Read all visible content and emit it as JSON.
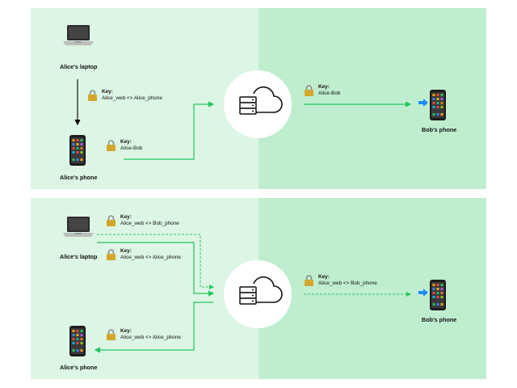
{
  "colors": {
    "arrow_green": "#22c55e",
    "left_bg": "#dcf5e4",
    "right_bg": "#bfeecf",
    "lock_gold": "#d4a72c",
    "blue_arrow": "#1d8cf8"
  },
  "top": {
    "alice_laptop": "Alice's laptop",
    "alice_phone": "Alice's phone",
    "bob_phone": "Bob's phone",
    "key_laptop_phone": {
      "title": "Key:",
      "value": "Alice_web <> Alice_phone"
    },
    "key_phone_server": {
      "title": "Key:",
      "value": "Alice-Bob"
    },
    "key_server_bob": {
      "title": "Key:",
      "value": "Alice-Bob"
    },
    "icons": [
      "laptop-icon",
      "phone-icon",
      "server-cloud-icon",
      "lock-icon"
    ]
  },
  "bottom": {
    "alice_laptop": "Alice's laptop",
    "alice_phone": "Alice's phone",
    "bob_phone": "Bob's phone",
    "key_laptop_bob": {
      "title": "Key:",
      "value": "Alice_web <> Bob_phone"
    },
    "key_laptop_alicephone": {
      "title": "Key:",
      "value": "Alice_web <> Alice_phone"
    },
    "key_server_bob": {
      "title": "Key:",
      "value": "Alice_web <> Bob_phone"
    },
    "key_server_alicephone": {
      "title": "Key:",
      "value": "Alice_web <> Alice_phone"
    }
  }
}
